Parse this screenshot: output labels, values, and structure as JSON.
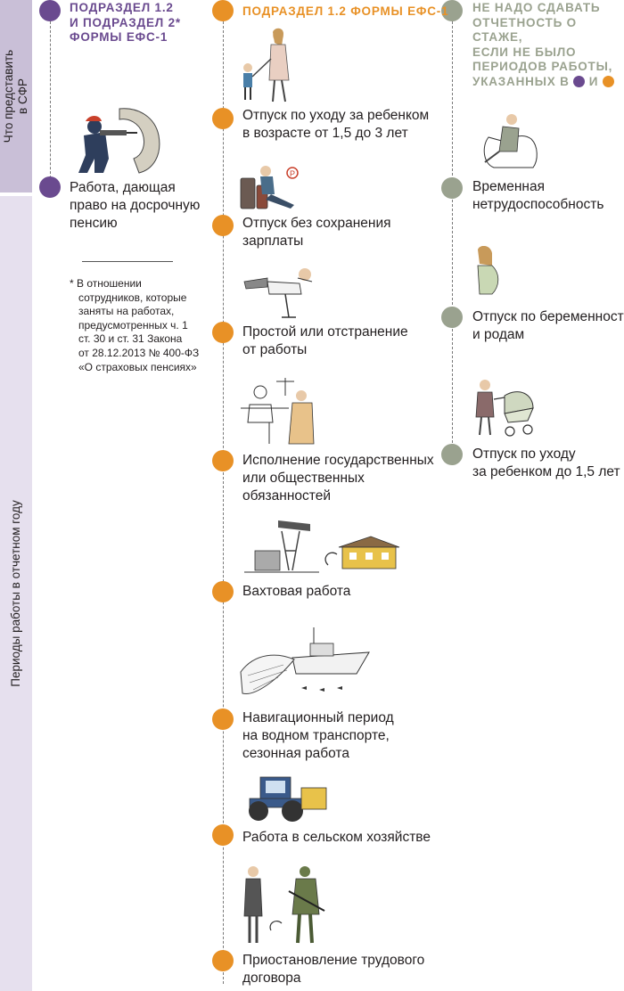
{
  "sidebar": {
    "top_label": [
      "Что представить",
      "в СФР"
    ],
    "bottom_label": "Периоды работы в отчетном году"
  },
  "columns": {
    "left": {
      "header": [
        "ПОДРАЗДЕЛ 1.2",
        "И ПОДРАЗДЕЛ 2*",
        "ФОРМЫ ЕФС-1"
      ],
      "color": "#6a4a8f",
      "items": [
        {
          "lines": [
            "Работа, дающая",
            "право на досрочную",
            "пенсию"
          ],
          "illustration": "worker-drill-icon"
        }
      ],
      "footnote": [
        "* В отношении",
        "сотрудников, которые",
        "заняты на работах,",
        "предусмотренных ч. 1",
        "ст. 30 и ст. 31 Закона",
        "от 28.12.2013 № 400-ФЗ",
        "«О страховых пенсиях»"
      ]
    },
    "middle": {
      "header": [
        "ПОДРАЗДЕЛ 1.2 ФОРМЫ ЕФС-1"
      ],
      "color": "#e89126",
      "items": [
        {
          "lines": [
            "Отпуск по уходу за ребенком",
            "в возрасте от 1,5 до 3 лет"
          ],
          "illustration": "mother-child-icon"
        },
        {
          "lines": [
            "Отпуск без сохранения",
            "зарплаты"
          ],
          "illustration": "traveler-luggage-icon"
        },
        {
          "lines": [
            "Простой или отстранение",
            "от работы"
          ],
          "illustration": "relaxing-office-icon"
        },
        {
          "lines": [
            "Исполнение государственных",
            "или общественных",
            "обязанностей"
          ],
          "illustration": "court-session-icon"
        },
        {
          "lines": [
            "Вахтовая работа"
          ],
          "illustration": "oil-pump-house-icon"
        },
        {
          "lines": [
            "Навигационный период",
            "на водном транспорте,",
            "сезонная работа"
          ],
          "illustration": "fishing-ship-icon"
        },
        {
          "lines": [
            "Работа в сельском хозяйстве"
          ],
          "illustration": "tractor-icon"
        },
        {
          "lines": [
            "Приостановление трудового",
            "договора"
          ],
          "illustration": "businessman-soldier-icon"
        }
      ]
    },
    "right": {
      "header": [
        "НЕ НАДО СДАВАТЬ",
        "ОТЧЕТНОСТЬ О СТАЖЕ,",
        "ЕСЛИ НЕ БЫЛО",
        "ПЕРИОДОВ РАБОТЫ,"
      ],
      "header_last": "УКАЗАННЫХ В",
      "header_and": "И",
      "color": "#9aa28f",
      "items": [
        {
          "lines": [
            "Временная",
            "нетрудоспособность"
          ],
          "illustration": "sick-woman-icon"
        },
        {
          "lines": [
            "Отпуск по беременности",
            "и родам"
          ],
          "illustration": "pregnant-woman-icon"
        },
        {
          "lines": [
            "Отпуск по уходу",
            "за ребенком до 1,5 лет"
          ],
          "illustration": "stroller-icon"
        }
      ]
    }
  }
}
